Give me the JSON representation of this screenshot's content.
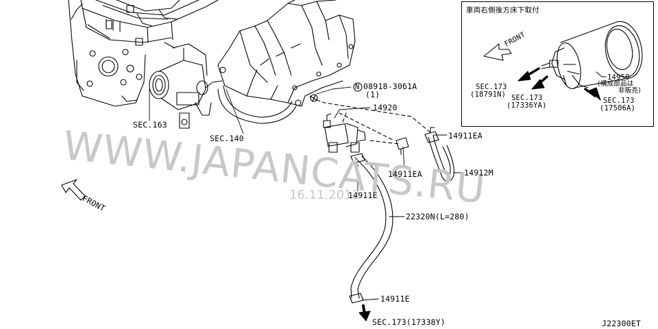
{
  "labels": {
    "sec163": "SEC.163",
    "sec140": "SEC.140",
    "part_08918": "08918-3061A",
    "part_08918_qty": "(1)",
    "bolt_marker": "N",
    "p14920": "14920",
    "p14911EA_right": "14911EA",
    "p14911EA_mid": "14911EA",
    "p14912M": "14912M",
    "p14911E_top": "14911E",
    "p22320N": "22320N(L=280)",
    "p14911E_bottom": "14911E",
    "sec173_bottom": "SEC.173(17338Y)",
    "front_main": "FRONT",
    "diagram_code": "J22300ET"
  },
  "inset": {
    "note": "車両右側後方床下取付",
    "front": "FRONT",
    "sec173_a": "SEC.173",
    "sec173_a_code": "(18791N)",
    "sec173_b": "SEC.173",
    "sec173_b_code": "(17336YA)",
    "p14950": "14950",
    "p14950_note_1": "(構成部品は",
    "p14950_note_2": "非販売)",
    "sec173_c": "SEC.173",
    "sec173_c_code": "(17506A)"
  },
  "watermark": {
    "site": "WWW.JAPANCATS.RU",
    "date": "16.11.2012"
  }
}
